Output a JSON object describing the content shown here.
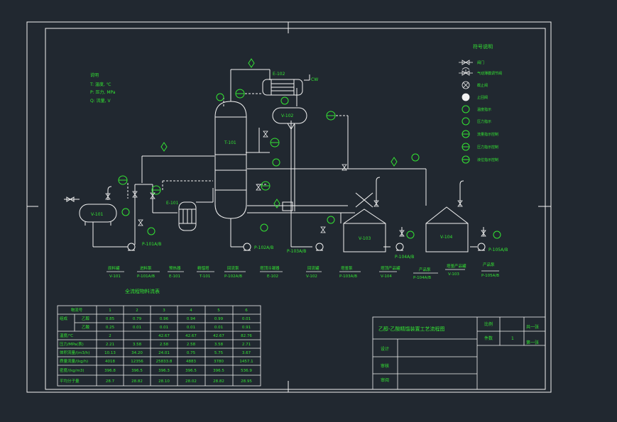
{
  "colors": {
    "background": "#212830",
    "line": "#f2f2f2",
    "green": "#33e533",
    "annotation": "#e8e84a"
  },
  "equipment": {
    "v101": "V-101",
    "t101": "T-101",
    "e101": "E-101",
    "e102": "E-102",
    "v102": "V-102",
    "v103": "V-103",
    "v104": "V-104",
    "cw": "CW",
    "p101": "P-101A/B",
    "p102": "P-102A/B",
    "p103": "P-103A/B",
    "p104": "P-104A/B",
    "p105": "P-105A/B"
  },
  "notes": {
    "title": "说明",
    "line1": "T: 温度, ℃",
    "line2": "P: 压力, MPa",
    "line3": "Q: 流量, V"
  },
  "legend": {
    "title": "符号说明",
    "items": [
      "阀门",
      "气动薄膜调节阀",
      "截止阀",
      "止回阀",
      "温度指示",
      "压力指示",
      "流量指示控制",
      "压力指示控制",
      "液位指示控制"
    ]
  },
  "equipment_list": {
    "names": [
      "原料罐",
      "进料泵",
      "预热器",
      "精馏塔",
      "回流泵",
      "塔顶冷凝器",
      "回流罐",
      "塔釜泵",
      "塔顶产品罐",
      "产品泵",
      "塔釜产品罐",
      "产品泵"
    ],
    "tags": [
      "V-101",
      "P-101A/B",
      "E-101",
      "T-101",
      "P-102A/B",
      "E-102",
      "V-102",
      "P-103A/B",
      "V-104",
      "P-104A/B",
      "V-103",
      "P-105A/B"
    ]
  },
  "stream_table": {
    "title": "全流程物料流表",
    "header": [
      "物流号",
      "1",
      "2",
      "3",
      "4",
      "5",
      "6"
    ],
    "rows": [
      {
        "label": "组成",
        "sub": "乙醇",
        "values": [
          "0.85",
          "0.79",
          "0.96",
          "0.94",
          "0.99",
          "0.01"
        ]
      },
      {
        "label": "",
        "sub": "乙酸",
        "values": [
          "0.25",
          "0.01",
          "0.01",
          "0.01",
          "0.01",
          "0.91"
        ]
      },
      {
        "label": "温度/℃",
        "sub": "",
        "values": [
          "2",
          "",
          "42.67",
          "42.67",
          "42.67",
          "82.76"
        ]
      },
      {
        "label": "压力/MPa(表)",
        "sub": "",
        "values": [
          "2.21",
          "3.58",
          "2.58",
          "2.58",
          "3.58",
          "2.71"
        ]
      },
      {
        "label": "体积流量/(m3/h)",
        "sub": "",
        "values": [
          "10.13",
          "34.20",
          "24.01",
          "0.75",
          "5.75",
          "3.67"
        ]
      },
      {
        "label": "质量流量/(kg/h)",
        "sub": "",
        "values": [
          "4018",
          "12356",
          "25833.8",
          "4883",
          "3780",
          "1457.1"
        ]
      },
      {
        "label": "密度/(kg/m3)",
        "sub": "",
        "values": [
          "396.8",
          "396.5",
          "396.3",
          "396.5",
          "396.5",
          "536.9"
        ]
      },
      {
        "label": "平均分子量",
        "sub": "",
        "values": [
          "28.7",
          "28.82",
          "28.10",
          "28.02",
          "28.82",
          "28.95"
        ]
      }
    ]
  },
  "title_block": {
    "drawing_title": "乙醇-乙酸精馏装置工艺流程图",
    "ratio_label": "比例",
    "qty_label": "件数",
    "qty_value": "1",
    "sheet_total": "共一张",
    "sheet_no": "第一张",
    "designer": "设计",
    "checker": "审核",
    "approver": "审阅"
  }
}
